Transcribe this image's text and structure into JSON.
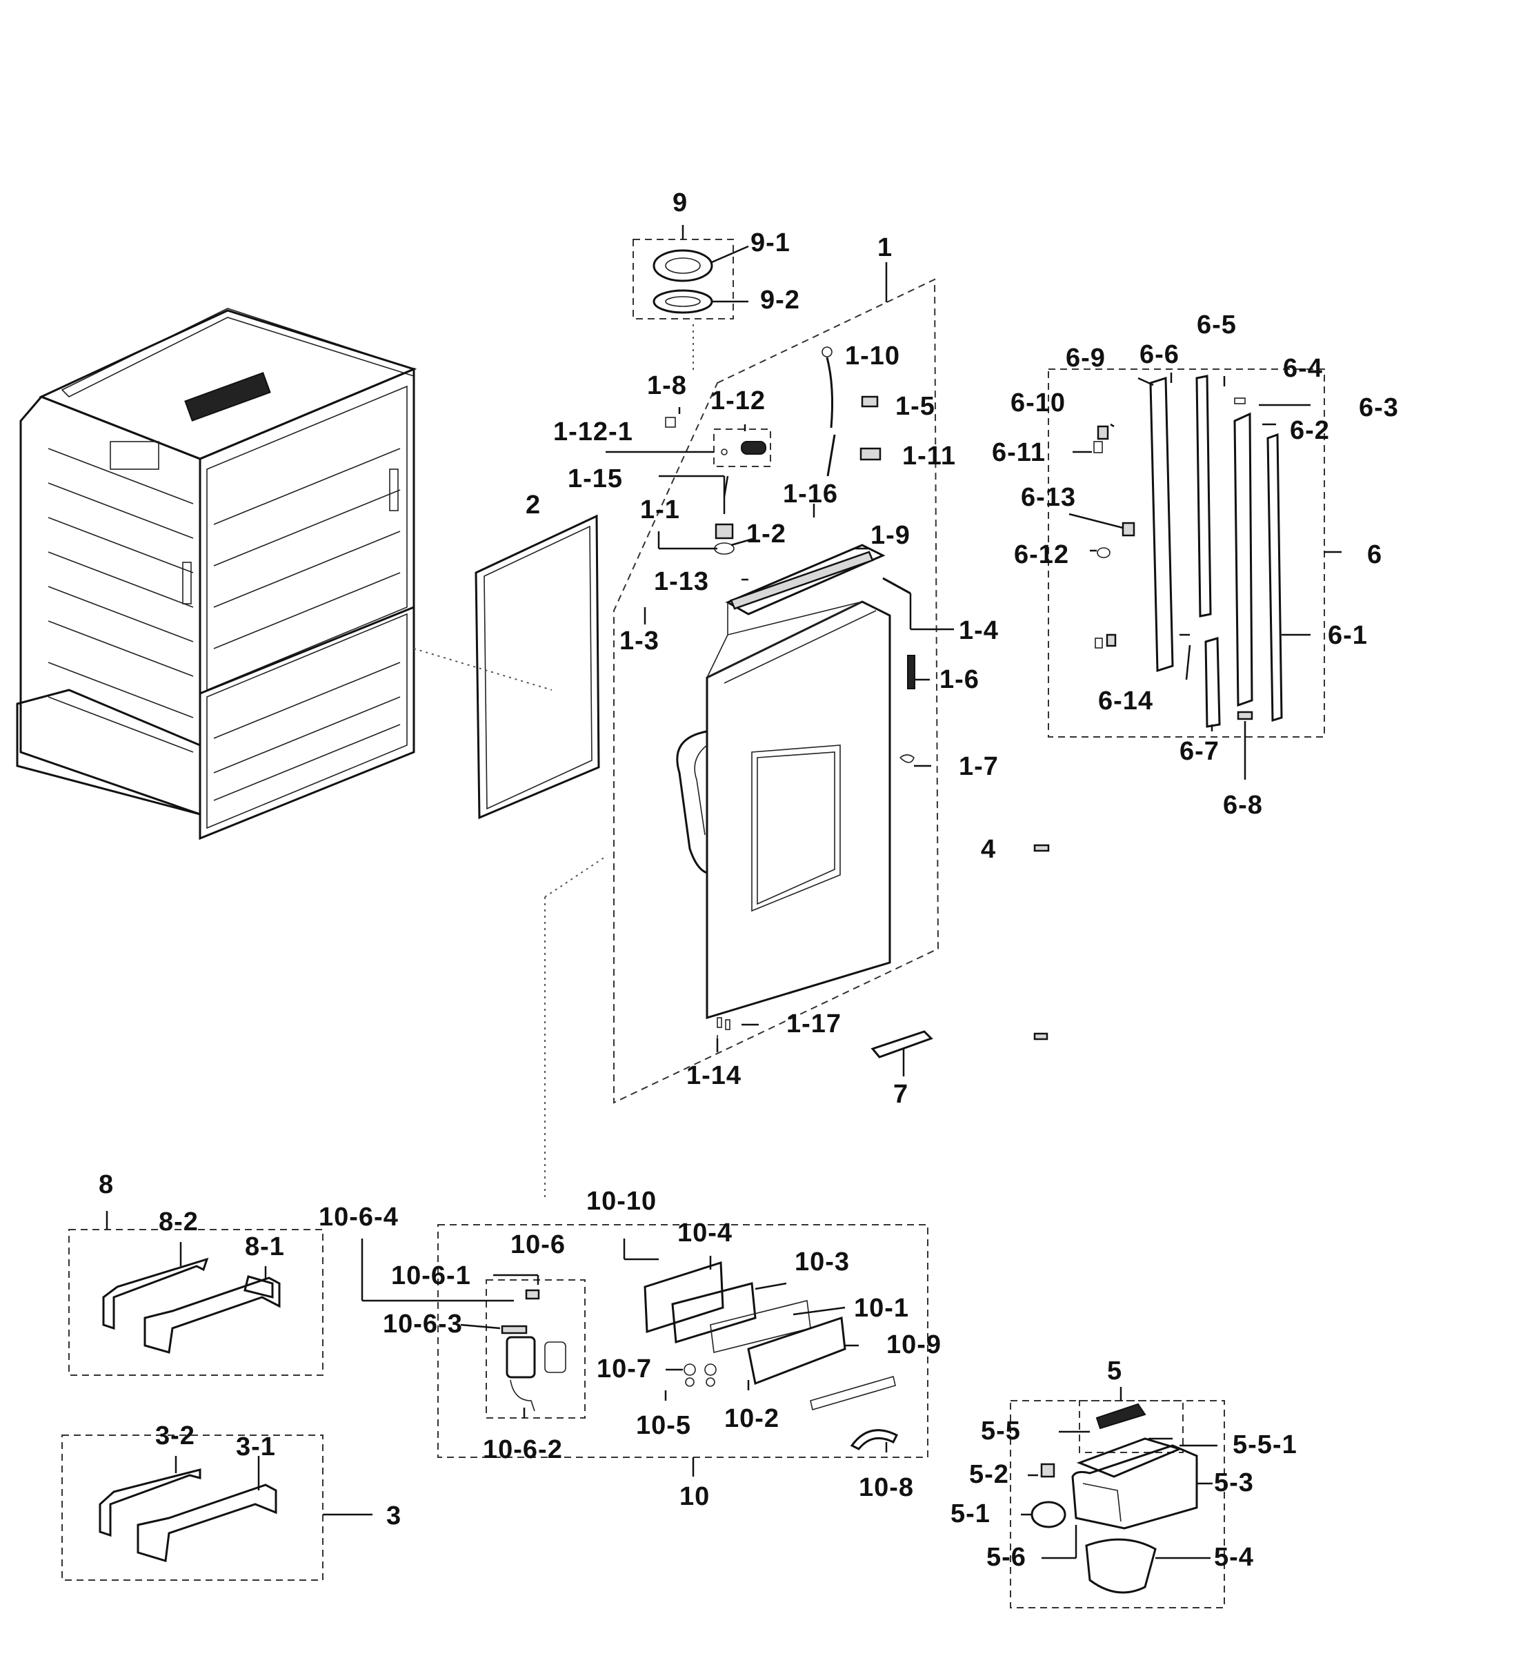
{
  "labels": {
    "l1": "1",
    "l1_1": "1-1",
    "l1_2": "1-2",
    "l1_3": "1-3",
    "l1_4": "1-4",
    "l1_5": "1-5",
    "l1_6": "1-6",
    "l1_7": "1-7",
    "l1_8": "1-8",
    "l1_9": "1-9",
    "l1_10": "1-10",
    "l1_11": "1-11",
    "l1_12": "1-12",
    "l1_12_1": "1-12-1",
    "l1_13": "1-13",
    "l1_14": "1-14",
    "l1_15": "1-15",
    "l1_16": "1-16",
    "l1_17": "1-17",
    "l2": "2",
    "l3": "3",
    "l3_1": "3-1",
    "l3_2": "3-2",
    "l4": "4",
    "l5": "5",
    "l5_1": "5-1",
    "l5_2": "5-2",
    "l5_3": "5-3",
    "l5_4": "5-4",
    "l5_5": "5-5",
    "l5_5_1": "5-5-1",
    "l5_6": "5-6",
    "l6": "6",
    "l6_1": "6-1",
    "l6_2": "6-2",
    "l6_3": "6-3",
    "l6_4": "6-4",
    "l6_5": "6-5",
    "l6_6": "6-6",
    "l6_7": "6-7",
    "l6_8": "6-8",
    "l6_9": "6-9",
    "l6_10": "6-10",
    "l6_11": "6-11",
    "l6_12": "6-12",
    "l6_13": "6-13",
    "l6_14": "6-14",
    "l7": "7",
    "l8": "8",
    "l8_1": "8-1",
    "l8_2": "8-2",
    "l9": "9",
    "l9_1": "9-1",
    "l9_2": "9-2",
    "l10": "10",
    "l10_1": "10-1",
    "l10_2": "10-2",
    "l10_3": "10-3",
    "l10_4": "10-4",
    "l10_5": "10-5",
    "l10_6": "10-6",
    "l10_6_1": "10-6-1",
    "l10_6_2": "10-6-2",
    "l10_6_3": "10-6-3",
    "l10_6_4": "10-6-4",
    "l10_7": "10-7",
    "l10_8": "10-8",
    "l10_9": "10-9",
    "l10_10": "10-10"
  }
}
